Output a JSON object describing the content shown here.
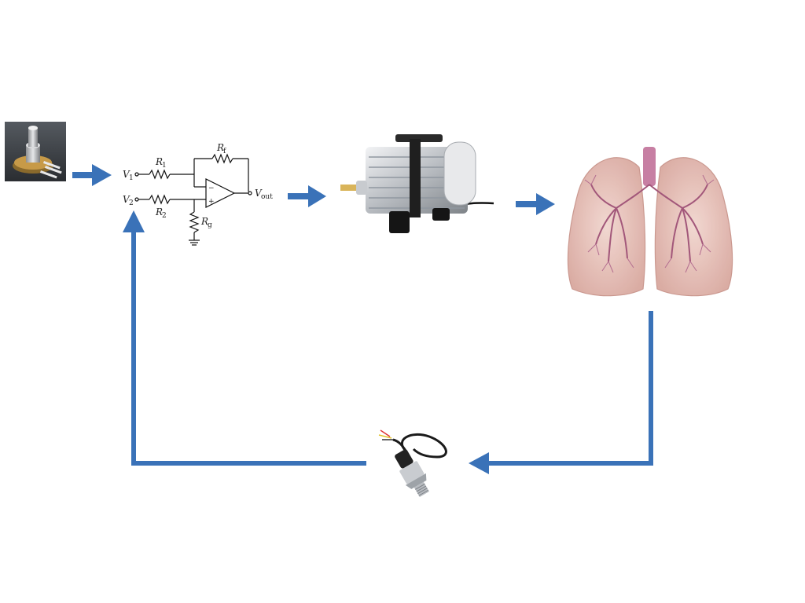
{
  "colors": {
    "arrow": "#3a72b8",
    "background": "#ffffff"
  },
  "nodes": [
    {
      "id": "potentiometer",
      "icon": "potentiometer-photo"
    },
    {
      "id": "opamp",
      "icon": "differential-amplifier-schematic"
    },
    {
      "id": "pump",
      "icon": "air-pump-photo"
    },
    {
      "id": "lungs",
      "icon": "lungs-illustration"
    },
    {
      "id": "sensor",
      "icon": "pressure-sensor-photo"
    }
  ],
  "schematic": {
    "v1": "V",
    "v1_sub": "1",
    "v2": "V",
    "v2_sub": "2",
    "r1": "R",
    "r1_sub": "1",
    "r2": "R",
    "r2_sub": "2",
    "rf": "R",
    "rf_sub": "f",
    "rg": "R",
    "rg_sub": "g",
    "vout": "V",
    "vout_sub": "out",
    "minus": "−",
    "plus": "+"
  }
}
